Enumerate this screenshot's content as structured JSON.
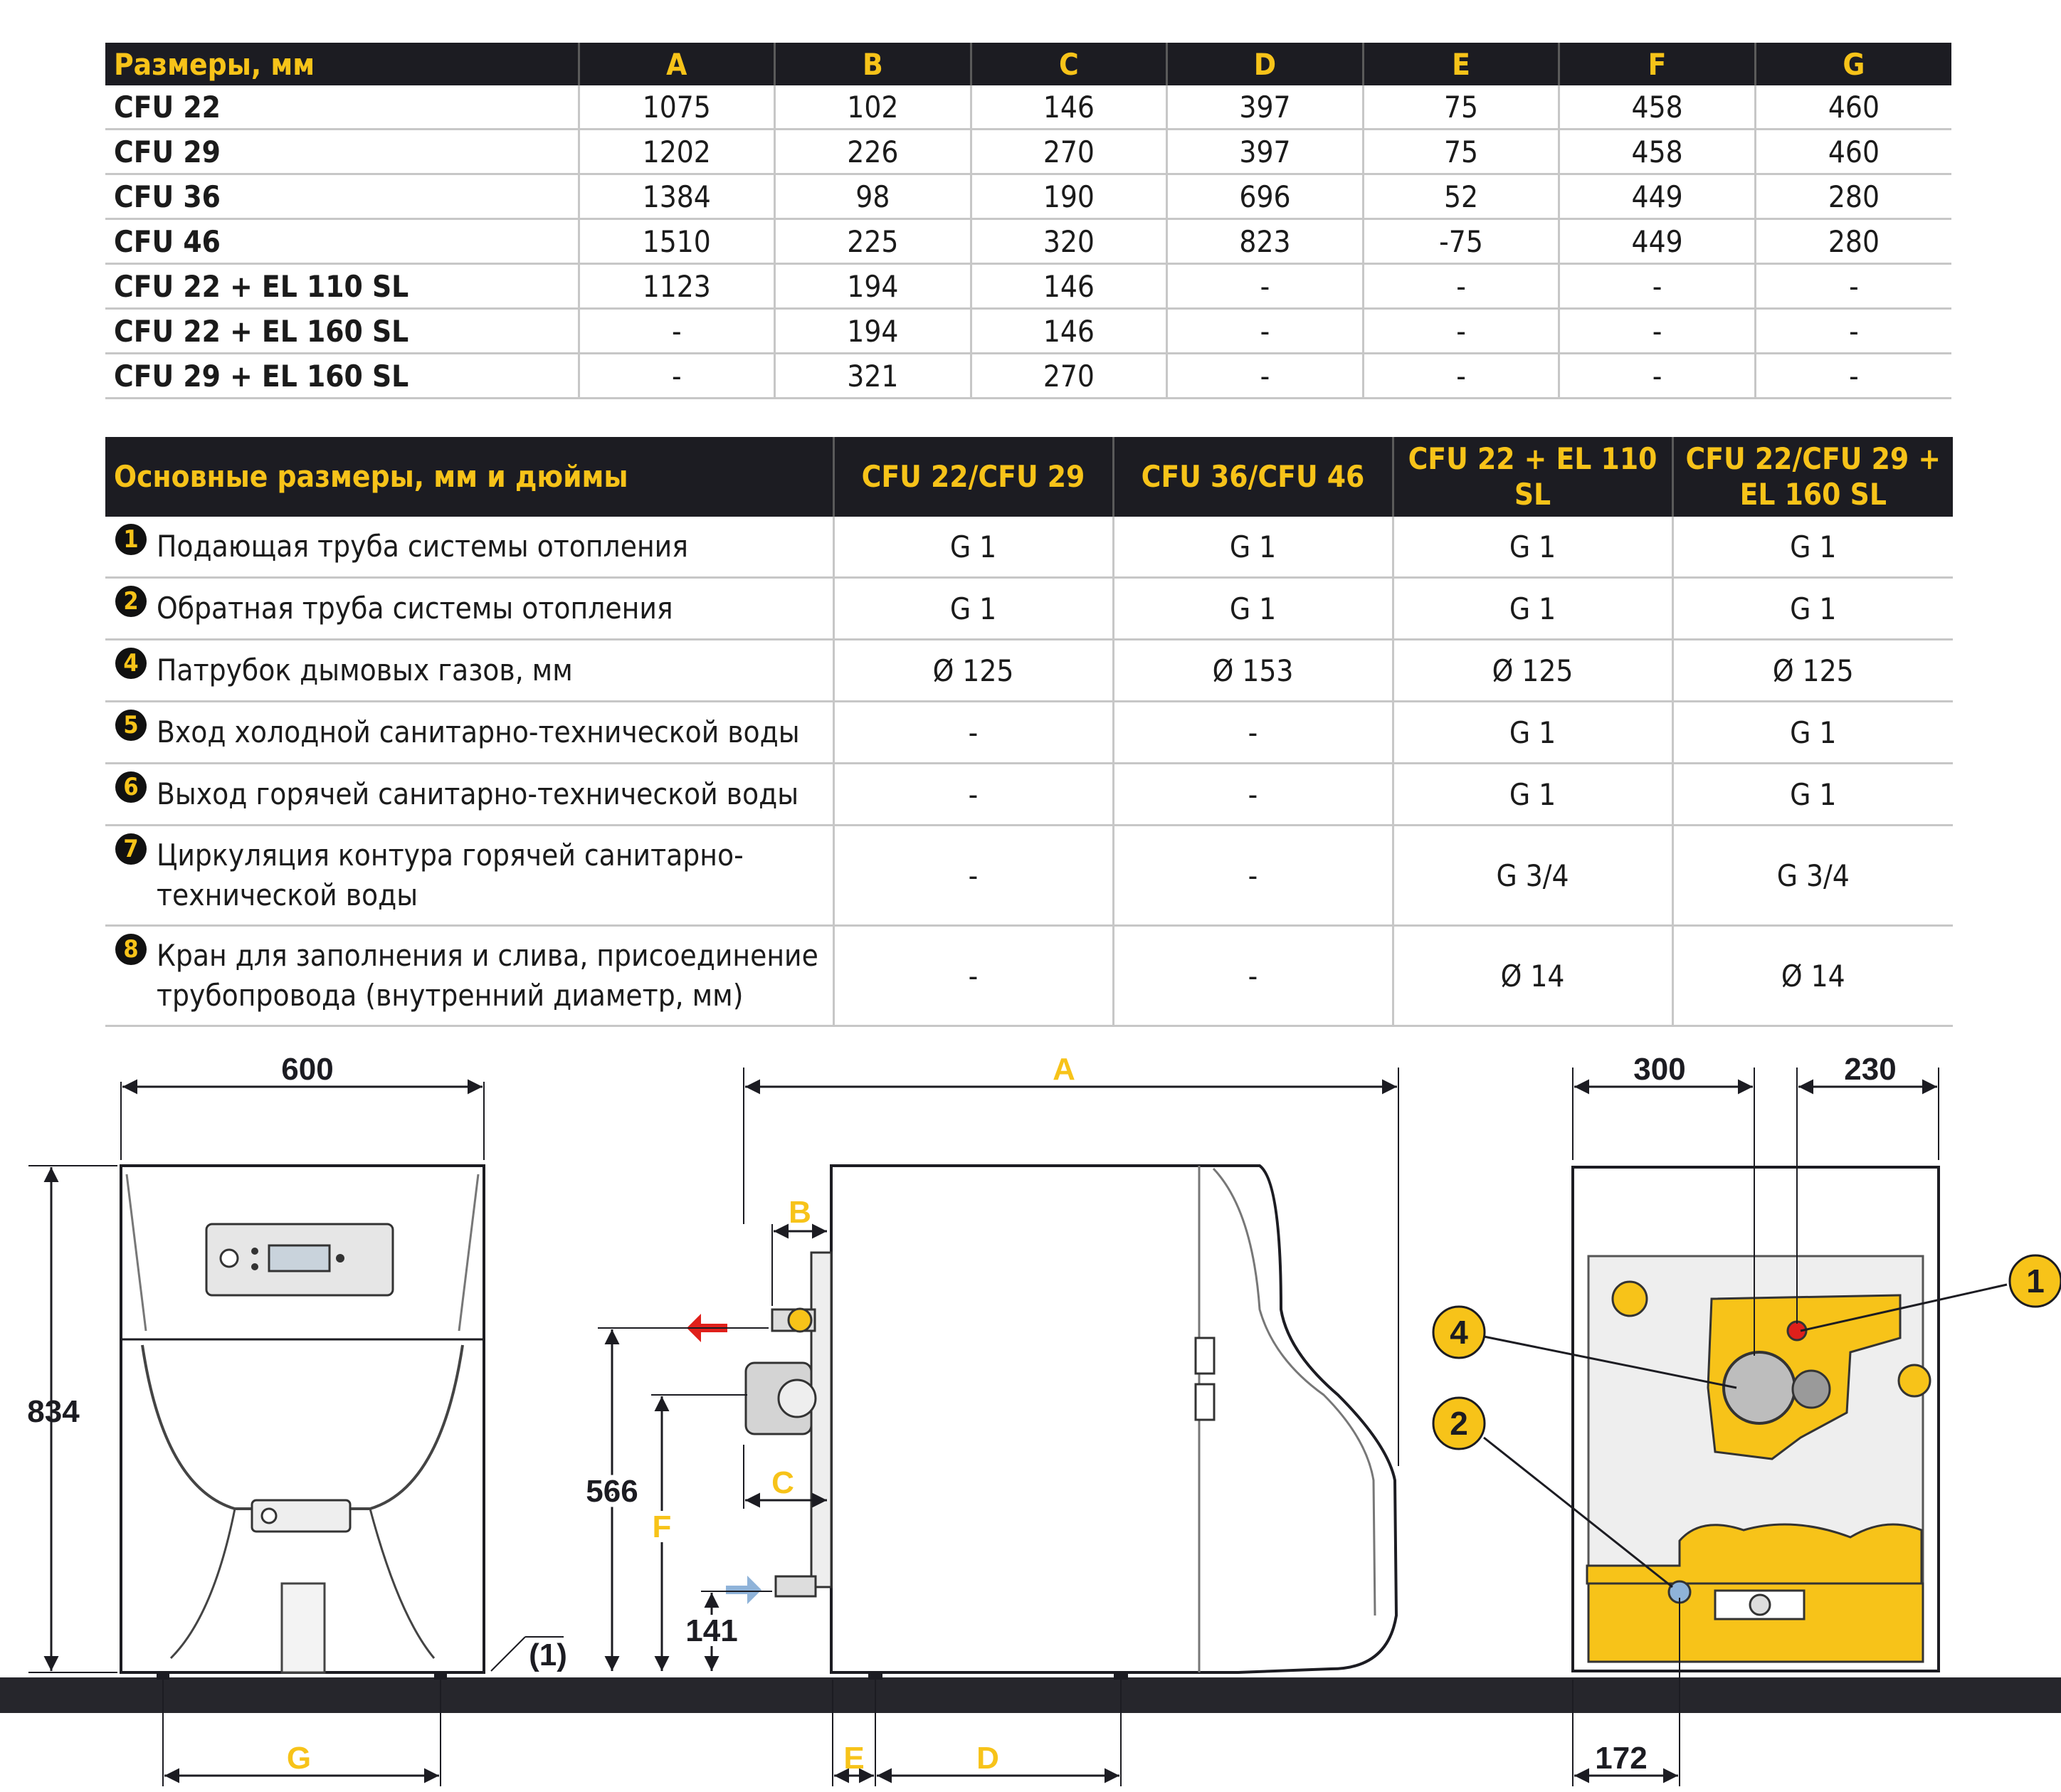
{
  "table1": {
    "header": [
      "Размеры, мм",
      "A",
      "B",
      "C",
      "D",
      "E",
      "F",
      "G"
    ],
    "rows": [
      [
        "CFU 22",
        "1075",
        "102",
        "146",
        "397",
        "75",
        "458",
        "460"
      ],
      [
        "CFU 29",
        "1202",
        "226",
        "270",
        "397",
        "75",
        "458",
        "460"
      ],
      [
        "CFU 36",
        "1384",
        "98",
        "190",
        "696",
        "52",
        "449",
        "280"
      ],
      [
        "CFU 46",
        "1510",
        "225",
        "320",
        "823",
        "-75",
        "449",
        "280"
      ],
      [
        "CFU 22 + EL 110 SL",
        "1123",
        "194",
        "146",
        "-",
        "-",
        "-",
        "-"
      ],
      [
        "CFU 22 + EL 160 SL",
        "-",
        "194",
        "146",
        "-",
        "-",
        "-",
        "-"
      ],
      [
        "CFU 29 + EL 160 SL",
        "-",
        "321",
        "270",
        "-",
        "-",
        "-",
        "-"
      ]
    ]
  },
  "table2": {
    "header": [
      "Основные размеры, мм и дюймы",
      "CFU 22/CFU 29",
      "CFU 36/CFU 46",
      "CFU 22 + EL 110 SL",
      "CFU 22/CFU 29 + EL 160 SL"
    ],
    "rows": [
      {
        "num": "1",
        "label": "Подающая труба системы отопления",
        "values": [
          "G 1",
          "G 1",
          "G 1",
          "G 1"
        ]
      },
      {
        "num": "2",
        "label": "Обратная труба системы отопления",
        "values": [
          "G 1",
          "G 1",
          "G 1",
          "G 1"
        ]
      },
      {
        "num": "4",
        "label": "Патрубок дымовых газов, мм",
        "values": [
          "Ø 125",
          "Ø 153",
          "Ø 125",
          "Ø 125"
        ]
      },
      {
        "num": "5",
        "label": "Вход холодной санитарно-технической воды",
        "values": [
          "-",
          "-",
          "G 1",
          "G 1"
        ]
      },
      {
        "num": "6",
        "label": "Выход горячей санитарно-технической воды",
        "values": [
          "-",
          "-",
          "G 1",
          "G 1"
        ]
      },
      {
        "num": "7",
        "label": "Циркуляция контура горячей санитарно-технической воды",
        "values": [
          "-",
          "-",
          "G 3/4",
          "G 3/4"
        ]
      },
      {
        "num": "8",
        "label": "Кран для заполнения и слива, присоединение трубопровода (внутренний диаметр, мм)",
        "values": [
          "-",
          "-",
          "Ø 14",
          "Ø 14"
        ]
      }
    ]
  },
  "drawing": {
    "front": {
      "width": "600",
      "height": "834",
      "foot_note": "(1)",
      "g_label": "G"
    },
    "side": {
      "a_label": "A",
      "b_label": "B",
      "c_label": "C",
      "f_label": "F",
      "h566": "566",
      "h141": "141",
      "e_label": "E",
      "d_label": "D"
    },
    "back": {
      "w300": "300",
      "w230": "230",
      "w172": "172",
      "callouts": [
        "1",
        "4",
        "2"
      ]
    },
    "colors": {
      "accent": "#f7c319",
      "dark": "#1c1c22",
      "hot": "#e0201b",
      "cold": "#8fb3d9"
    }
  }
}
